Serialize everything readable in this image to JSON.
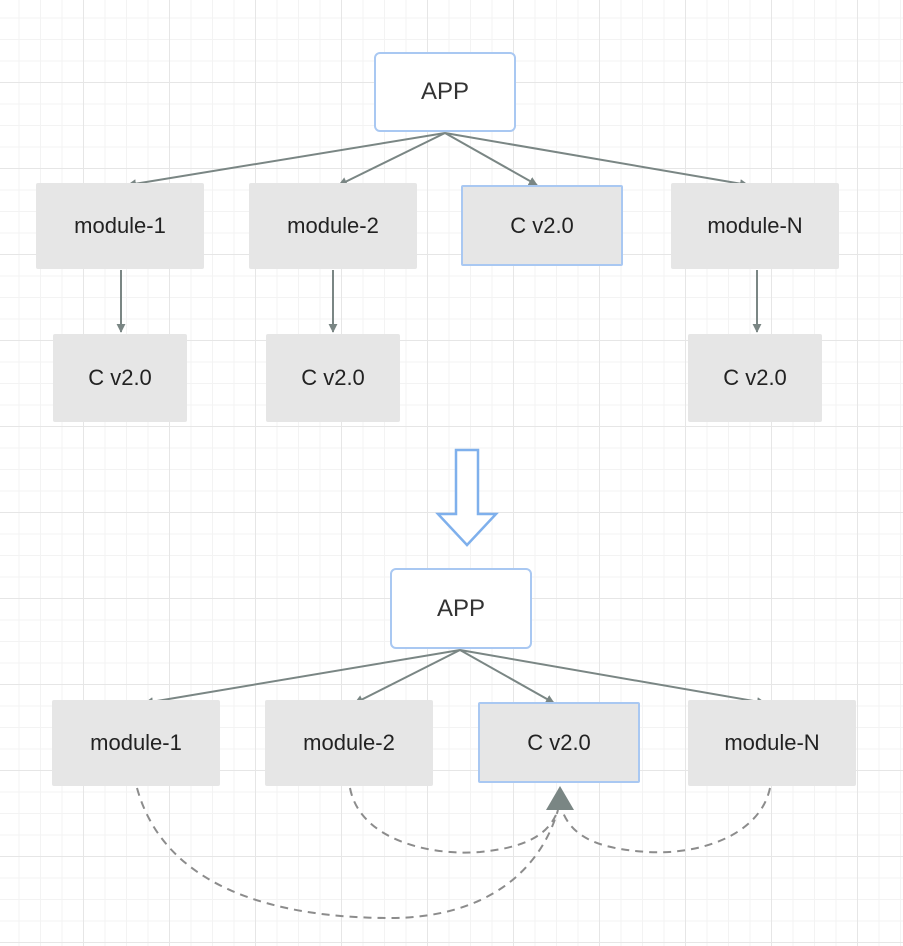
{
  "top_diagram": {
    "app": "APP",
    "modules": [
      "module-1",
      "module-2",
      "C v2.0",
      "module-N"
    ],
    "dependencies": [
      "C v2.0",
      "C v2.0",
      "C v2.0"
    ]
  },
  "bottom_diagram": {
    "app": "APP",
    "modules": [
      "module-1",
      "module-2",
      "C v2.0",
      "module-N"
    ]
  },
  "colors": {
    "node_fill": "#e6e6e6",
    "highlight_border": "#a9c8f2",
    "arrow": "#7a8684",
    "dashed_edge": "#8c8c8c",
    "transition_arrow": "#7fb0ec"
  }
}
